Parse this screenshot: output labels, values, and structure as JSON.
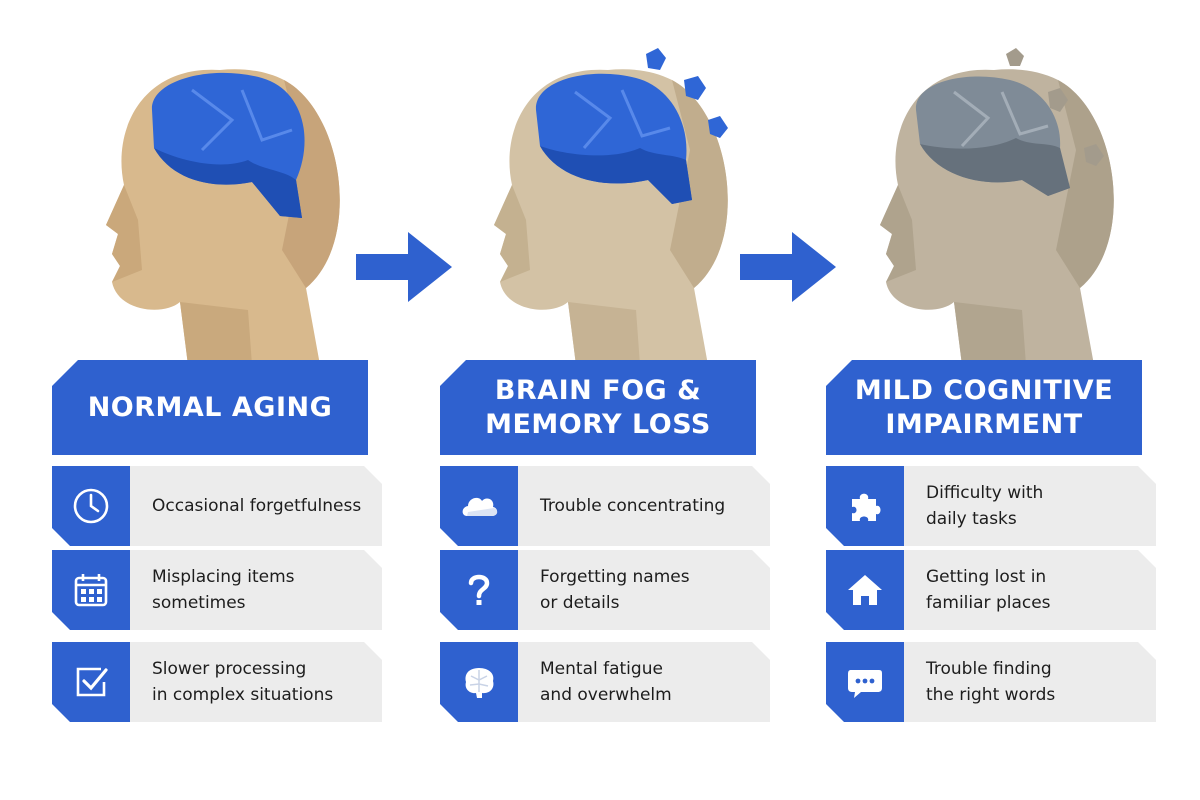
{
  "stages": [
    {
      "title_lines": [
        "NORMAL AGING"
      ],
      "items": [
        {
          "icon": "clock-icon",
          "lines": [
            "Occasional forgetfulness"
          ]
        },
        {
          "icon": "calendar-icon",
          "lines": [
            "Misplacing items",
            "sometimes"
          ]
        },
        {
          "icon": "checkbox-icon",
          "lines": [
            "Slower processing",
            "in complex situations"
          ]
        }
      ]
    },
    {
      "title_lines": [
        "BRAIN FOG &",
        "MEMORY LOSS"
      ],
      "items": [
        {
          "icon": "cloud-icon",
          "lines": [
            "Trouble concentrating"
          ]
        },
        {
          "icon": "question-mark-icon",
          "lines": [
            "Forgetting names",
            "or details"
          ]
        },
        {
          "icon": "brain-icon",
          "lines": [
            "Mental fatigue",
            "and overwhelm"
          ]
        }
      ]
    },
    {
      "title_lines": [
        "MILD COGNITIVE",
        "IMPAIRMENT"
      ],
      "items": [
        {
          "icon": "puzzle-piece-icon",
          "lines": [
            "Difficulty with",
            "daily tasks"
          ]
        },
        {
          "icon": "house-icon",
          "lines": [
            "Getting lost in",
            "familiar places"
          ]
        },
        {
          "icon": "speech-bubble-icon",
          "lines": [
            "Trouble finding",
            "the right words"
          ]
        }
      ]
    }
  ],
  "colors": {
    "accent_blue": "#2f61cf",
    "brain_blue": "#2f66d6",
    "brain_gray": "#7f8b97",
    "skin_warm": "#d8b98d",
    "skin_muted": "#d3c2a5",
    "skin_gray": "#bfb39f",
    "item_bg": "#ececec"
  }
}
